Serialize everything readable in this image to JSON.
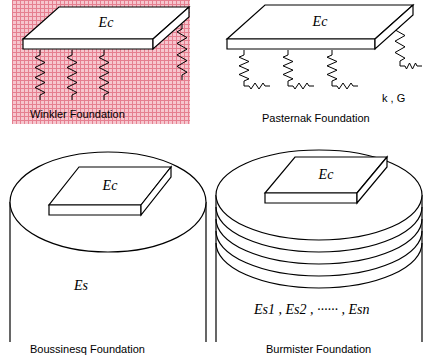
{
  "diagram": {
    "nodes": [
      {
        "text": [
          "Winkler Foundation"
        ]
      },
      {
        "text": [
          "Ec"
        ],
        "in": 0
      },
      {
        "text": [
          "Ec"
        ]
      },
      {
        "text": [
          "Es"
        ]
      },
      {
        "text": [
          "Ec"
        ],
        "in": 3
      },
      {
        "text": [
          "Es1 , Es2 , ······ , Esn"
        ]
      },
      {
        "text": [
          "Ec"
        ],
        "in": 5
      }
    ],
    "labels": [
      "k , G",
      "Pasternak Foundation",
      "Boussinesq Foundation",
      "Burmister Foundation"
    ]
  }
}
